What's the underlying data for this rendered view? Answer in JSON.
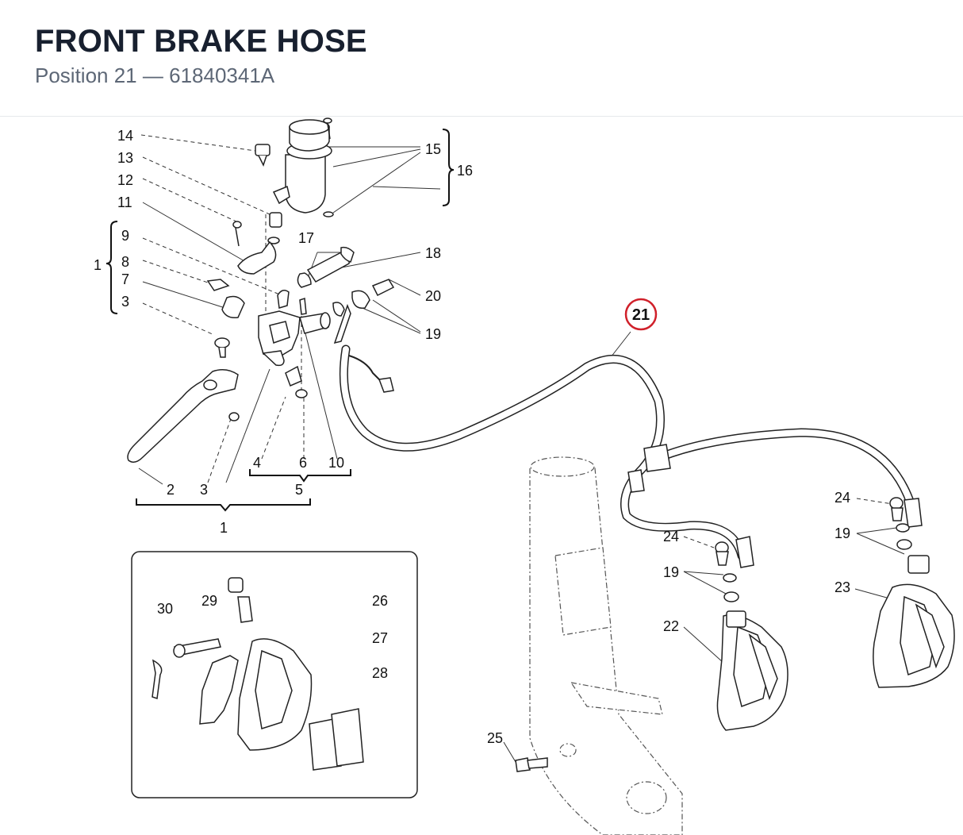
{
  "header": {
    "title": "FRONT BRAKE HOSE",
    "subtitle_position": "Position 21",
    "subtitle_separator": " — ",
    "subtitle_part_number": "61840341A"
  },
  "diagram": {
    "highlight_color": "#d0202a",
    "highlighted_callout": "21",
    "callouts": {
      "c14": "14",
      "c13": "13",
      "c12": "12",
      "c11": "11",
      "c9": "9",
      "c8": "8",
      "c7": "7",
      "c3a": "3",
      "c1a": "1",
      "c15": "15",
      "c16": "16",
      "c17": "17",
      "c18": "18",
      "c20": "20",
      "c19a": "19",
      "c2": "2",
      "c3b": "3",
      "c1b": "1",
      "c4": "4",
      "c6": "6",
      "c10": "10",
      "c5": "5",
      "c21": "21",
      "c24a": "24",
      "c19b": "19",
      "c22": "22",
      "c24b": "24",
      "c19c": "19",
      "c23": "23",
      "c25": "25",
      "c30": "30",
      "c29": "29",
      "c26": "26",
      "c27": "27",
      "c28": "28"
    }
  }
}
